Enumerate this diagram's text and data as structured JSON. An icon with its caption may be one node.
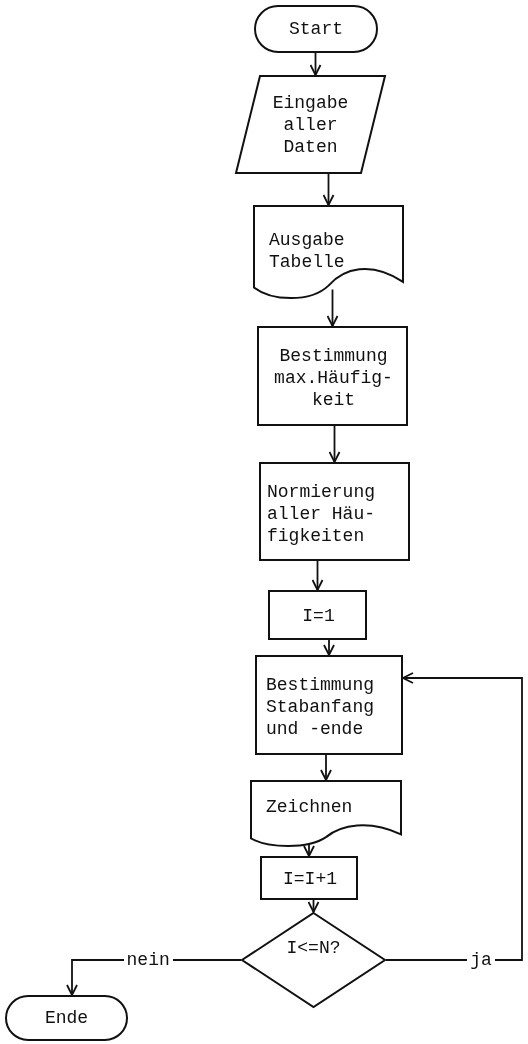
{
  "diagram": {
    "nodes": [
      {
        "text": [
          "Start"
        ]
      },
      {
        "text": [
          "Eingabe aller Daten"
        ]
      },
      {
        "text": [
          "Ausgabe Tabelle"
        ]
      },
      {
        "text": [
          "Bestimmung max.Häufig- keit"
        ]
      },
      {
        "text": [
          "Normierung aller Häu- figkeiten"
        ]
      },
      {
        "text": [
          "I=1"
        ]
      },
      {
        "text": [
          "Bestimmung Stabanfang und -ende"
        ]
      },
      {
        "text": [
          "Zeichnen"
        ]
      },
      {
        "text": [
          "I=I+1"
        ]
      },
      {
        "text": [
          "I<=N?"
        ]
      },
      {
        "text": [
          "Ende"
        ]
      }
    ],
    "edges": [
      {
        "from": 0,
        "to": 1,
        "arrow": "to"
      },
      {
        "from": 1,
        "to": 2,
        "arrow": "to"
      },
      {
        "from": 2,
        "to": 3,
        "arrow": "to"
      },
      {
        "from": 3,
        "to": 4,
        "arrow": "to"
      },
      {
        "from": 4,
        "to": 5,
        "arrow": "to"
      },
      {
        "from": 5,
        "to": 6,
        "arrow": "to"
      },
      {
        "from": 6,
        "to": 7,
        "arrow": "to"
      },
      {
        "from": 7,
        "to": 8,
        "arrow": "to"
      },
      {
        "from": 8,
        "to": 9,
        "arrow": "to"
      },
      {
        "from": 9,
        "to": 10,
        "label": "nein",
        "arrow": "to"
      },
      {
        "from": 9,
        "to": 6,
        "label": "ja",
        "arrow": "to"
      }
    ]
  }
}
